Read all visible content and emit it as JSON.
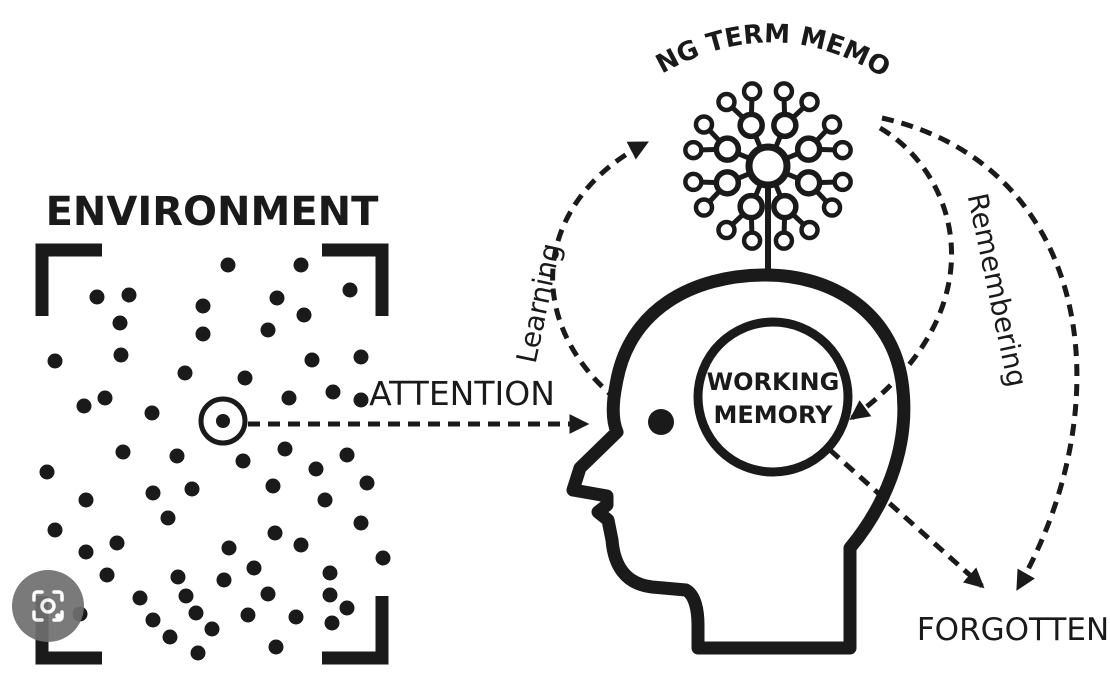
{
  "labels": {
    "environment": "ENVIRONMENT",
    "attention": "ATTENTION",
    "long_term_memory": "LONG TERM MEMORY",
    "working_memory_line1": "WORKING",
    "working_memory_line2": "MEMORY",
    "learning": "Learning",
    "remembering": "Remembering",
    "forgotten": "FORGOTTEN"
  },
  "icons": {
    "lens": "visual-search-lens-icon"
  },
  "colors": {
    "ink": "#1a1a1a",
    "background": "#ffffff",
    "lens_button": "#6f6f6f"
  }
}
